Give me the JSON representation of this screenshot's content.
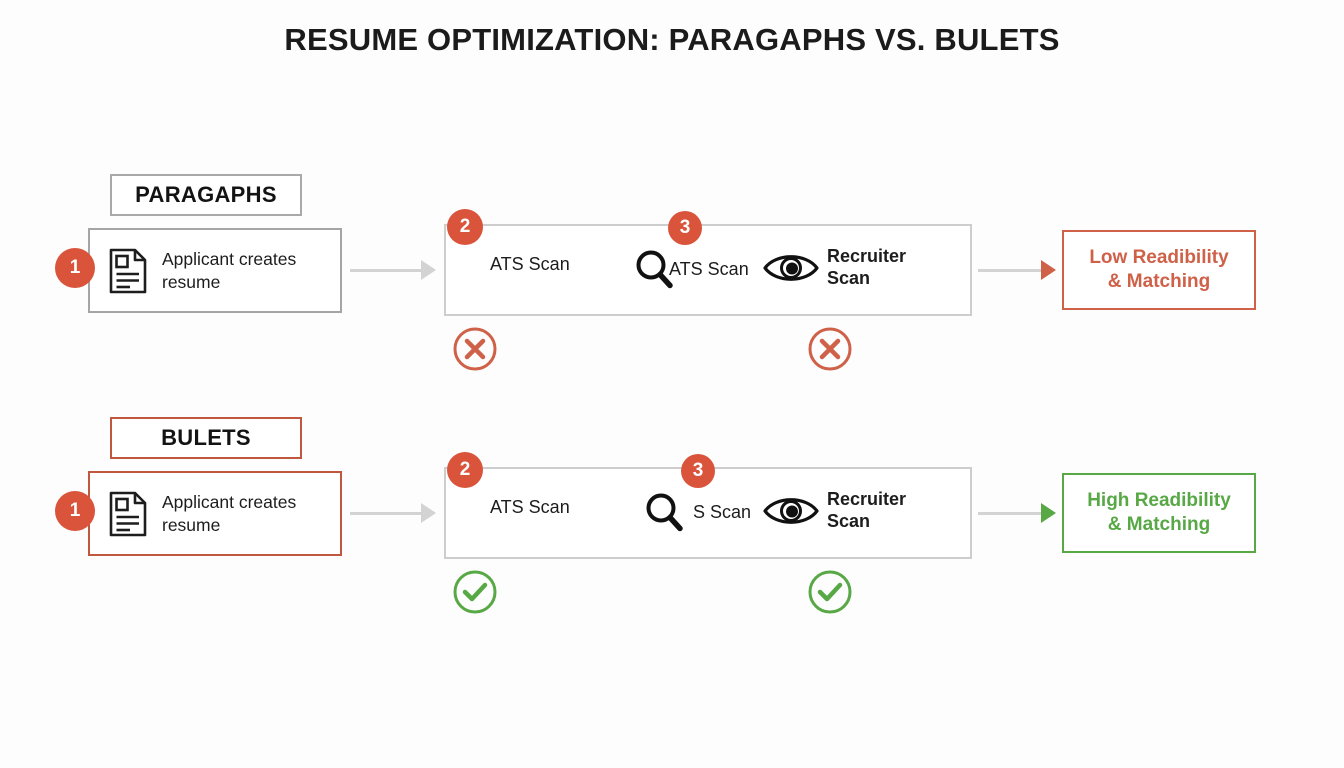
{
  "title": "RESUME OPTIMIZATION: PARAGAPHS VS. BULETS",
  "colors": {
    "background": "#fdfdfd",
    "badge": "#d9543a",
    "negative": "#cf6148",
    "positive": "#58a846",
    "neutral_border": "#cdcdcd",
    "arrow": "#d3d3d3",
    "text": "#1d1d1d"
  },
  "rows": [
    {
      "id": "paragraphs",
      "label": "PARAGAPHS",
      "label_border_color": "#a9a9a9",
      "start": {
        "badge": "1",
        "icon": "document-icon",
        "text": "Applicant creates\nresume",
        "border_color": "#a5a5a5"
      },
      "process": {
        "badges": [
          "2",
          "3"
        ],
        "steps": [
          {
            "icon": "",
            "label": "ATS Scan",
            "bold": false
          },
          {
            "icon": "magnifier-icon",
            "label": "ATS Scan",
            "bold": false
          },
          {
            "icon": "eye-icon",
            "label": "Recruiter\nScan",
            "bold": true
          }
        ]
      },
      "status": [
        {
          "icon": "x-circle-icon",
          "color": "#cf6148"
        },
        {
          "icon": "x-circle-icon",
          "color": "#cf6148"
        }
      ],
      "outcome": {
        "text": "Low Readibility\n& Matching",
        "color": "#cf6148"
      },
      "arrow_color": "#cf6148"
    },
    {
      "id": "bullets",
      "label": "BULETS",
      "label_border_color": "#c0573f",
      "start": {
        "badge": "1",
        "icon": "document-icon",
        "text": "Applicant creates\nresume",
        "border_color": "#c0573f"
      },
      "process": {
        "badges": [
          "2",
          "3"
        ],
        "steps": [
          {
            "icon": "",
            "label": "ATS Scan",
            "bold": false
          },
          {
            "icon": "magnifier-icon",
            "label": "S Scan",
            "bold": false
          },
          {
            "icon": "eye-icon",
            "label": "Recruiter\nScan",
            "bold": true
          }
        ]
      },
      "status": [
        {
          "icon": "check-circle-icon",
          "color": "#58a846"
        },
        {
          "icon": "check-circle-icon",
          "color": "#58a846"
        }
      ],
      "outcome": {
        "text": "High Readibility\n& Matching",
        "color": "#58a846"
      },
      "arrow_color": "#58a846"
    }
  ]
}
